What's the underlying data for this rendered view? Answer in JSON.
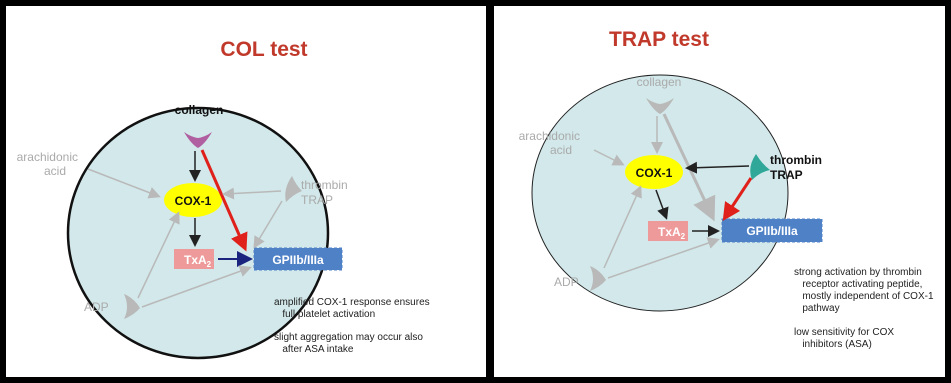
{
  "left": {
    "title": "COL test",
    "collagen": "collagen",
    "arachidonic": [
      "arachidonic",
      "acid"
    ],
    "thrombin": [
      "thrombin",
      "TRAP"
    ],
    "cox": "COX-1",
    "txa": "TxA",
    "txa_sub": "2",
    "gp": "GPIIb/IIIa",
    "adp": "ADP",
    "notes": [
      "amplified COX-1 response ensures",
      "   full platelet activation",
      "",
      "slight aggregation may occur also",
      "   after ASA intake"
    ]
  },
  "right": {
    "title": "TRAP test",
    "collagen": "collagen",
    "arachidonic": [
      "arachidonic",
      "acid"
    ],
    "thrombin": [
      "thrombin",
      "TRAP"
    ],
    "cox": "COX-1",
    "txa": "TxA",
    "txa_sub": "2",
    "gp": "GPIIb/IIIa",
    "adp": "ADP",
    "notes": [
      "strong activation by thrombin",
      "   receptor activating peptide,",
      "   mostly independent of COX-1",
      "   pathway",
      "",
      "low sensitivity for COX",
      "   inhibitors (ASA)"
    ]
  },
  "colors": {
    "title": "#c0392b",
    "cell_fill": "#d2e8ea",
    "cox_fill": "#ffff00",
    "txa_fill": "#ef9a9a",
    "gp_fill": "#4f81c7",
    "collagen_active": "#b05fa0",
    "thrombin_active": "#2fa89a",
    "inactive": "#b9b9b9",
    "red_arrow": "#e0201b",
    "blue_arrow": "#1a237e"
  }
}
